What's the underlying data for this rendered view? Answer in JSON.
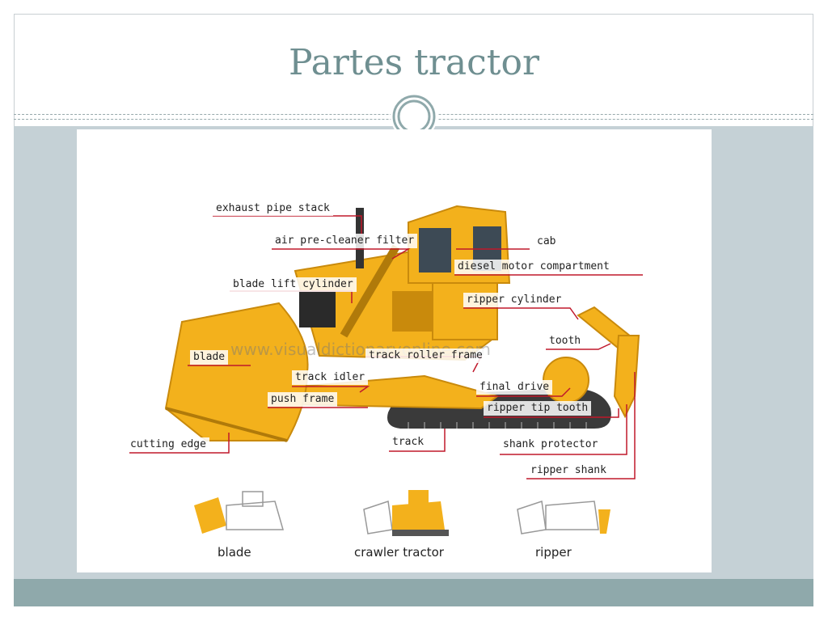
{
  "slide": {
    "title": "Partes tractor"
  },
  "diagram": {
    "watermark": "www.visualdictionaryonline.com",
    "labels": {
      "exhaust_pipe_stack": "exhaust pipe stack",
      "air_pre_cleaner_filter": "air pre-cleaner filter",
      "cab": "cab",
      "diesel_motor_compartment": "diesel motor compartment",
      "blade_lift_cylinder": "blade lift cylinder",
      "ripper_cylinder": "ripper cylinder",
      "tooth": "tooth",
      "blade": "blade",
      "track_roller_frame": "track roller frame",
      "track_idler": "track idler",
      "final_drive": "final drive",
      "push_frame": "push frame",
      "ripper_tip_tooth": "ripper tip tooth",
      "cutting_edge": "cutting edge",
      "track": "track",
      "shank_protector": "shank protector",
      "ripper_shank": "ripper shank"
    },
    "thumbnails": [
      "blade",
      "crawler tractor",
      "ripper"
    ]
  },
  "colors": {
    "title": "#6f8f91",
    "band": "#c5d1d6",
    "footer": "#8fa9ab",
    "machine": "#f3b11c",
    "machine_dark": "#c98a0c",
    "leader": "#c0182b"
  }
}
